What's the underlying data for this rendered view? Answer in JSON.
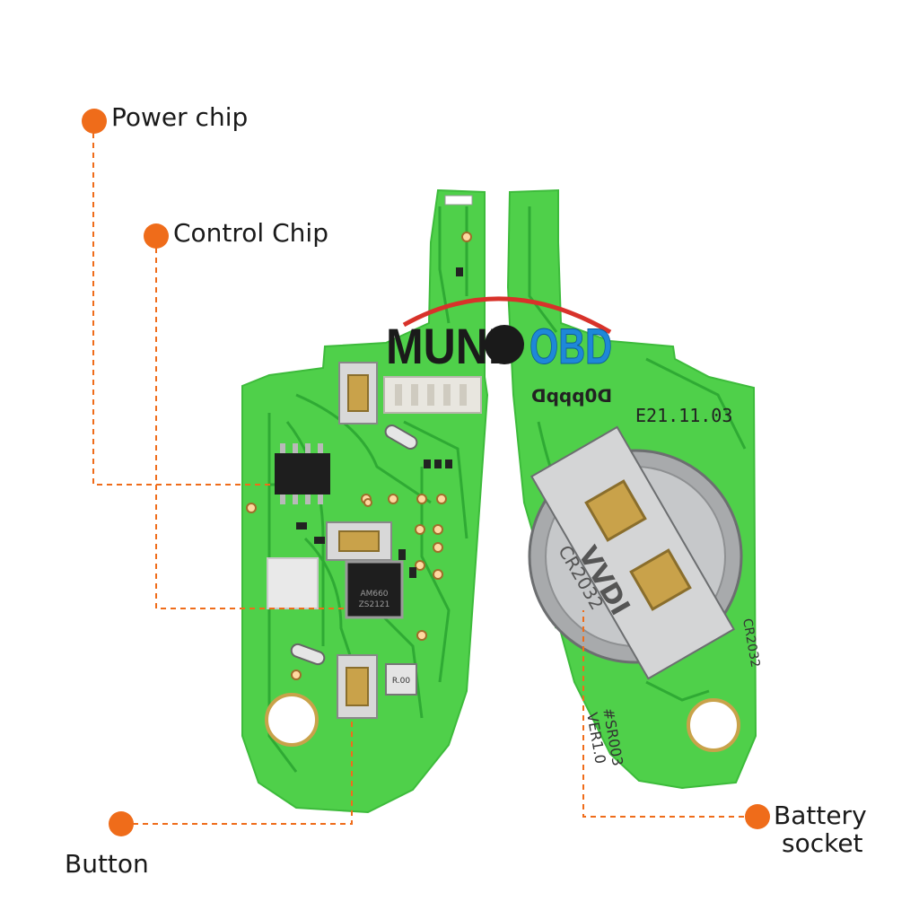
{
  "callouts": {
    "power_chip": "Power chip",
    "control_chip": "Control Chip",
    "button": "Button",
    "battery_socket_line1": "Battery",
    "battery_socket_line2": "socket"
  },
  "board_markings": {
    "date_code": "E21.11.03",
    "battery_model": "CR2032",
    "battery_brand": "VVDI",
    "battery_model_edge": "CR2032",
    "model": "#SR003",
    "version": "VER1.0",
    "upper_text": "ᗡqqq0ᗡ",
    "chip_text_1": "AM660",
    "chip_text_2": "ZS2121",
    "crystal_text": "R.00"
  },
  "watermark": {
    "text_left": "MUND",
    "text_right": "OBD"
  },
  "colors": {
    "accent_orange": "#ef6c1a",
    "pcb_green": "#4fd04a",
    "pcb_trace": "#2faa34",
    "gold_pad": "#c9a24a",
    "watermark_blue": "#1e88d8",
    "watermark_red": "#d8322a"
  }
}
